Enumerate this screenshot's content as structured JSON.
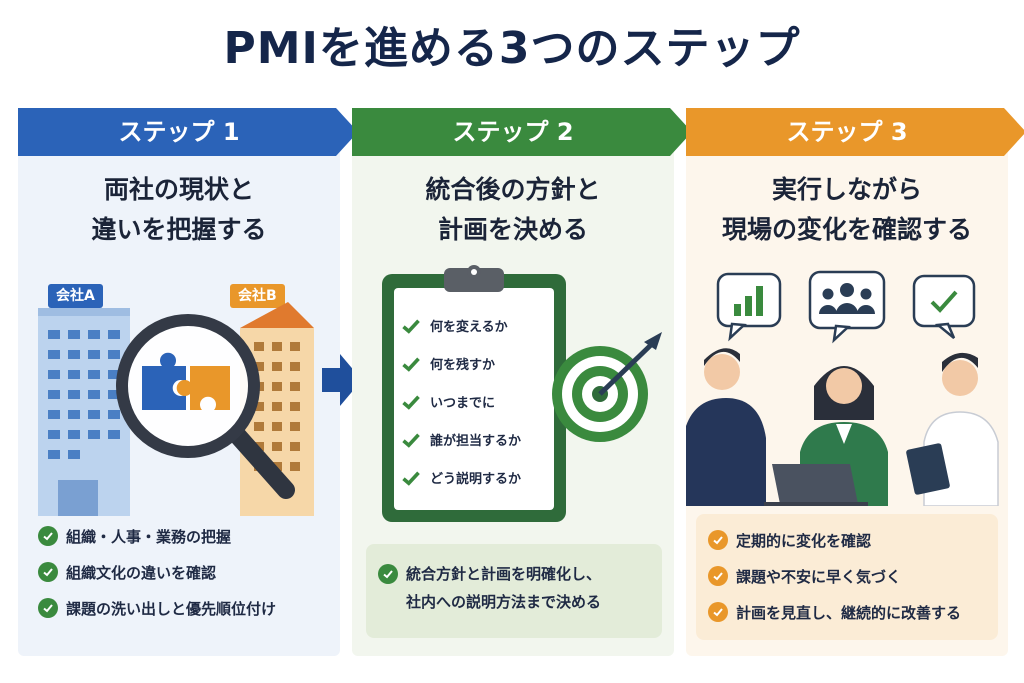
{
  "title": "PMIを進める3つのステップ",
  "colors": {
    "step1": "#2b63b8",
    "step2": "#3a8a3e",
    "step3": "#e9972a",
    "title": "#15264a"
  },
  "steps": [
    {
      "label": "ステップ 1",
      "heading_line1": "両社の現状と",
      "heading_line2": "違いを把握する",
      "tags": [
        "会社A",
        "会社B"
      ],
      "checks": [
        "組織・人事・業務の把握",
        "組織文化の違いを確認",
        "課題の洗い出しと優先順位付け"
      ]
    },
    {
      "label": "ステップ 2",
      "heading_line1": "統合後の方針と",
      "heading_line2": "計画を決める",
      "checklist": [
        "何を変えるか",
        "何を残すか",
        "いつまでに",
        "誰が担当するか",
        "どう説明するか"
      ],
      "note_line1": "統合方針と計画を明確化し、",
      "note_line2": "社内への説明方法まで決める"
    },
    {
      "label": "ステップ 3",
      "heading_line1": "実行しながら",
      "heading_line2": "現場の変化を確認する",
      "bubble_icons": [
        "bar-chart-icon",
        "people-icon",
        "check-icon"
      ],
      "checks": [
        "定期的に変化を確認",
        "課題や不安に早く気づく",
        "計画を見直し、継続的に改善する"
      ]
    }
  ]
}
